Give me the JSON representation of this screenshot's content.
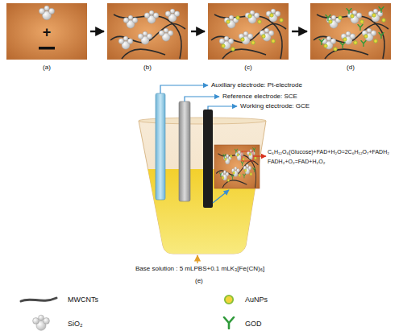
{
  "diagram": {
    "nodes": [
      {
        "text": [
          "+",
          "(a)"
        ]
      },
      {
        "text": [
          "(b)"
        ]
      },
      {
        "text": [
          "(c)"
        ]
      },
      {
        "text": [
          "(d)"
        ]
      }
    ],
    "edges": [
      {
        "from": 0,
        "to": 1,
        "arrow": "to"
      },
      {
        "from": 1,
        "to": 2,
        "arrow": "to"
      },
      {
        "from": 2,
        "to": 3,
        "arrow": "to"
      }
    ],
    "labels": [
      "Auxiliary electrode: Pt-electrode",
      "Reference electrode: SCE",
      "Working electrode: GCE",
      "C₆H₁₂O₆(Glucose)+FAD+H₂O=2C₆H₁₂O₇+FADH₂",
      "FADH₂+O₂=FAD+H₂O₂",
      "Base solution : 5 mLPBS+0.1 mLK₃[Fe(CN)₆]",
      "(e)"
    ],
    "legend": [
      {
        "text": "MWCNTs"
      },
      {
        "text": "AuNPs"
      },
      {
        "text": "SiO₂"
      },
      {
        "text": "GOD"
      }
    ]
  }
}
